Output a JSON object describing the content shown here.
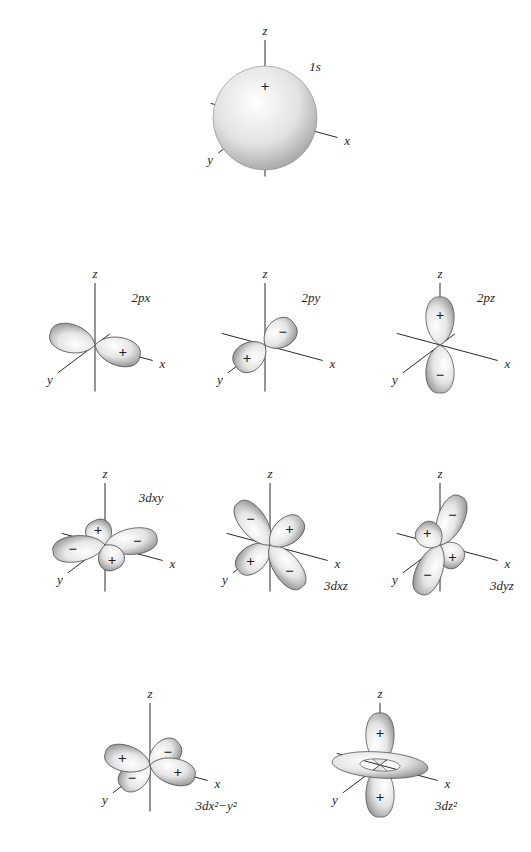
{
  "diagram": {
    "labels": [
      "z",
      "+",
      "1s",
      "x",
      "y",
      "z",
      "+",
      "2px",
      "x",
      "y",
      "z",
      "−",
      "2py",
      "x",
      "+",
      "y",
      "z",
      "+",
      "2pz",
      "x",
      "−",
      "y",
      "z",
      "+",
      "−",
      "−",
      "+",
      "x",
      "3dxy",
      "y",
      "z",
      "+",
      "−",
      "−",
      "+",
      "x",
      "y",
      "3dxz",
      "z",
      "+",
      "−",
      "−",
      "+",
      "x",
      "y",
      "3dyz",
      "z",
      "+",
      "−",
      "−",
      "+",
      "x",
      "y",
      "3dx²−y²",
      "z",
      "+",
      "x",
      "y",
      "+",
      "3dz²"
    ]
  }
}
